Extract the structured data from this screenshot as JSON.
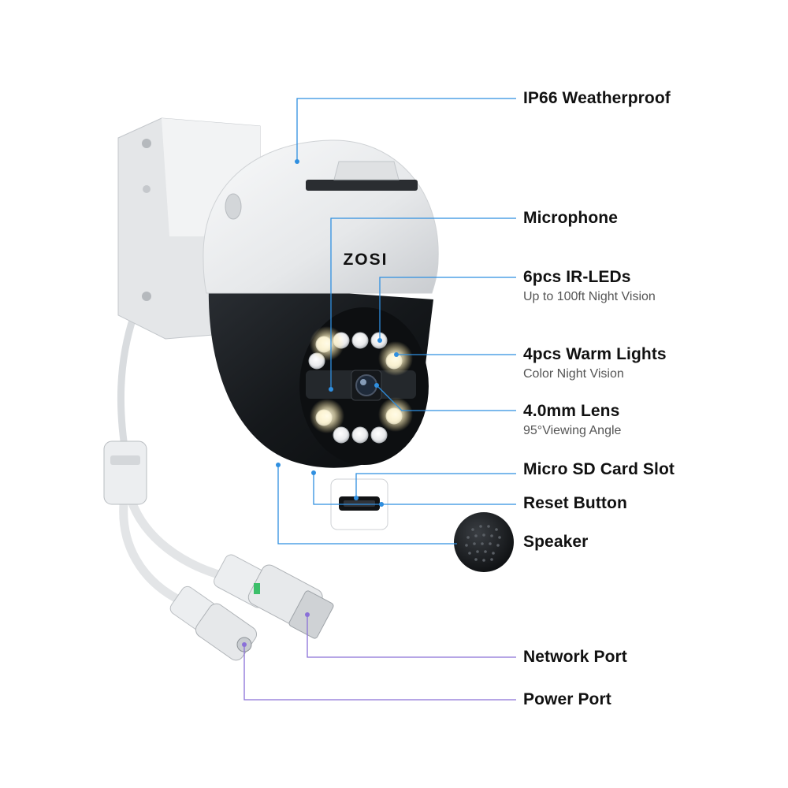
{
  "brand": {
    "logo_text": "ZOSI"
  },
  "colors": {
    "leader_blue": "#2f8fe0",
    "leader_purple": "#8a70d8",
    "housing_white": "#eef0f2",
    "housing_black": "#15181b"
  },
  "features": [
    {
      "id": "weatherproof",
      "title": "IP66 Weatherproof",
      "subtitle": ""
    },
    {
      "id": "microphone",
      "title": "Microphone",
      "subtitle": ""
    },
    {
      "id": "ir-leds",
      "title": "6pcs IR-LEDs",
      "subtitle": "Up to 100ft Night Vision"
    },
    {
      "id": "warm-lights",
      "title": "4pcs Warm Lights",
      "subtitle": "Color Night Vision"
    },
    {
      "id": "lens",
      "title": "4.0mm Lens",
      "subtitle": "95°Viewing Angle"
    },
    {
      "id": "sd-slot",
      "title": "Micro SD Card Slot",
      "subtitle": ""
    },
    {
      "id": "reset",
      "title": "Reset Button",
      "subtitle": ""
    },
    {
      "id": "speaker",
      "title": "Speaker",
      "subtitle": ""
    },
    {
      "id": "network",
      "title": "Network Port",
      "subtitle": ""
    },
    {
      "id": "power",
      "title": "Power Port",
      "subtitle": ""
    }
  ]
}
